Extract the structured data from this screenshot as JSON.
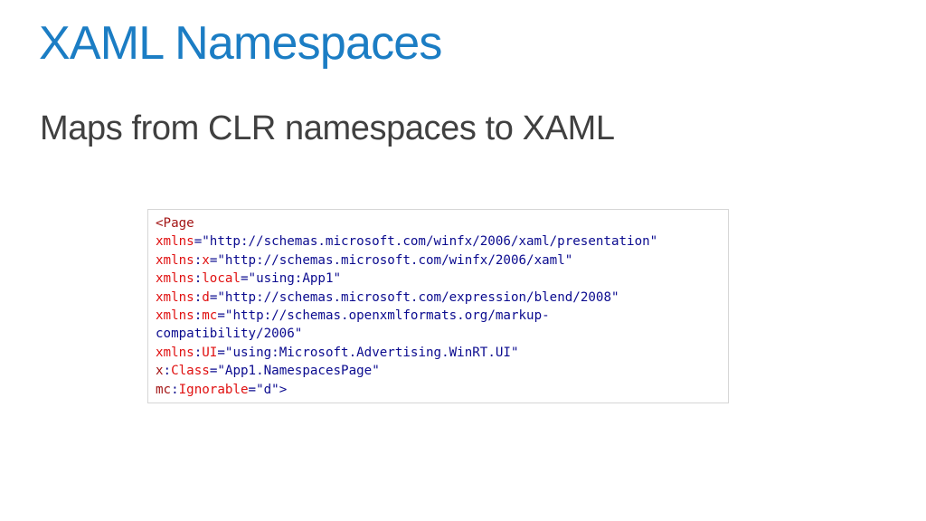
{
  "slide": {
    "title": "XAML Namespaces",
    "subtitle": "Maps from CLR namespaces to XAML"
  },
  "code": {
    "lines": [
      [
        {
          "t": "tag",
          "v": "<Page"
        }
      ],
      [
        {
          "t": "attr",
          "v": "xmlns"
        },
        {
          "t": "punct",
          "v": "="
        },
        {
          "t": "str",
          "v": "\"http://schemas.microsoft.com/winfx/2006/xaml/presentation\""
        }
      ],
      [
        {
          "t": "attr",
          "v": "xmlns"
        },
        {
          "t": "punct",
          "v": ":"
        },
        {
          "t": "attr",
          "v": "x"
        },
        {
          "t": "punct",
          "v": "="
        },
        {
          "t": "str",
          "v": "\"http://schemas.microsoft.com/winfx/2006/xaml\""
        }
      ],
      [
        {
          "t": "attr",
          "v": "xmlns"
        },
        {
          "t": "punct",
          "v": ":"
        },
        {
          "t": "attr",
          "v": "local"
        },
        {
          "t": "punct",
          "v": "="
        },
        {
          "t": "str",
          "v": "\"using:App1\""
        }
      ],
      [
        {
          "t": "attr",
          "v": "xmlns"
        },
        {
          "t": "punct",
          "v": ":"
        },
        {
          "t": "attr",
          "v": "d"
        },
        {
          "t": "punct",
          "v": "="
        },
        {
          "t": "str",
          "v": "\"http://schemas.microsoft.com/expression/blend/2008\""
        }
      ],
      [
        {
          "t": "attr",
          "v": "xmlns"
        },
        {
          "t": "punct",
          "v": ":"
        },
        {
          "t": "attr",
          "v": "mc"
        },
        {
          "t": "punct",
          "v": "="
        },
        {
          "t": "str",
          "v": "\"http://schemas.openxmlformats.org/markup-"
        }
      ],
      [
        {
          "t": "str",
          "v": "compatibility/2006\""
        }
      ],
      [
        {
          "t": "attr",
          "v": "xmlns"
        },
        {
          "t": "punct",
          "v": ":"
        },
        {
          "t": "attr",
          "v": "UI"
        },
        {
          "t": "punct",
          "v": "="
        },
        {
          "t": "str",
          "v": "\"using:Microsoft.Advertising.WinRT.UI\""
        }
      ],
      [
        {
          "t": "prefix",
          "v": "x"
        },
        {
          "t": "punct",
          "v": ":"
        },
        {
          "t": "attr",
          "v": "Class"
        },
        {
          "t": "punct",
          "v": "="
        },
        {
          "t": "str",
          "v": "\"App1.NamespacesPage\""
        }
      ],
      [
        {
          "t": "prefix",
          "v": "mc"
        },
        {
          "t": "punct",
          "v": ":"
        },
        {
          "t": "attr",
          "v": "Ignorable"
        },
        {
          "t": "punct",
          "v": "="
        },
        {
          "t": "str",
          "v": "\"d\""
        },
        {
          "t": "punct",
          "v": ">"
        }
      ]
    ]
  },
  "colors": {
    "title": "#1b7dc4",
    "subtitle": "#404040",
    "code_tag": "#a31515",
    "code_attr": "#e01010",
    "code_string": "#0b0b8f",
    "code_border": "#d6d6d6"
  }
}
